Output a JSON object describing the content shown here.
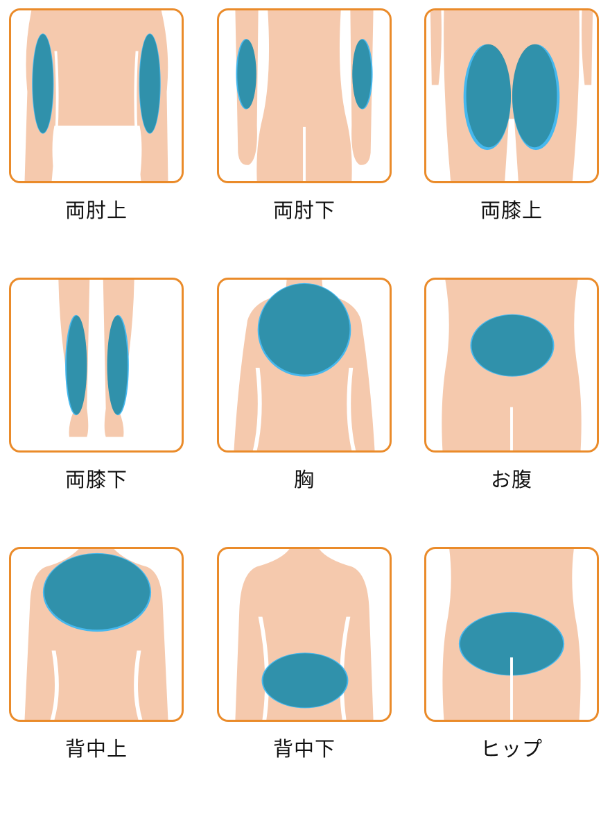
{
  "colors": {
    "border": "#ea8b2a",
    "skin": "#f5c9ad",
    "highlight": "#2f8ea6",
    "highlight_edge": "#46b8ee"
  },
  "areas": [
    {
      "label": "両肘上",
      "icon": "upper-arms-back-icon"
    },
    {
      "label": "両肘下",
      "icon": "forearms-icon"
    },
    {
      "label": "両膝上",
      "icon": "thighs-back-icon"
    },
    {
      "label": "両膝下",
      "icon": "lower-legs-icon"
    },
    {
      "label": "胸",
      "icon": "chest-icon"
    },
    {
      "label": "お腹",
      "icon": "belly-icon"
    },
    {
      "label": "背中上",
      "icon": "upper-back-icon"
    },
    {
      "label": "背中下",
      "icon": "lower-back-icon"
    },
    {
      "label": "ヒップ",
      "icon": "hip-icon"
    }
  ]
}
